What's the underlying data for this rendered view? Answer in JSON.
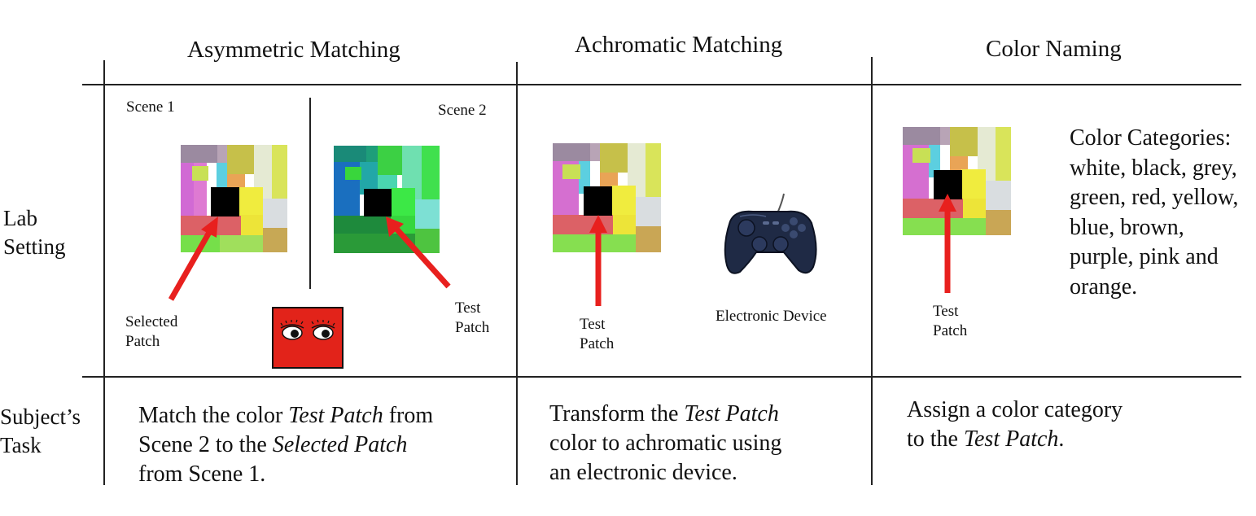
{
  "columns": {
    "asymmetric": "Asymmetric Matching",
    "achromatic": "Achromatic Matching",
    "naming": "Color Naming"
  },
  "rows": {
    "lab_line1": "Lab",
    "lab_line2": "Setting",
    "task_line1": "Subject’s",
    "task_line2": "Task"
  },
  "asymmetric": {
    "scene1": "Scene 1",
    "scene2": "Scene 2",
    "selected_line1": "Selected",
    "selected_line2": "Patch",
    "test_line1": "Test",
    "test_line2": "Patch",
    "task": {
      "line1_a": "Match the color ",
      "line1_em": "Test Patch",
      "line1_b": " from",
      "line2_a": "Scene 2 to the ",
      "line2_em": "Selected Patch",
      "line3": "from Scene 1."
    }
  },
  "achromatic": {
    "test_line1": "Test",
    "test_line2": "Patch",
    "device_label": "Electronic Device",
    "task": {
      "line1_a": "Transform the ",
      "line1_em": "Test Patch",
      "line2": "color to achromatic using",
      "line3": "an electronic device."
    }
  },
  "naming": {
    "test_line1": "Test",
    "test_line2": "Patch",
    "categories": [
      "Color Categories:",
      "white, black, grey,",
      "green, red, yellow,",
      "blue, brown,",
      "purple, pink and",
      "orange."
    ],
    "task": {
      "line1": "Assign a color category",
      "line2_a": "to the ",
      "line2_em": "Test Patch",
      "line2_b": "."
    }
  },
  "colors": {
    "arrow": "#e8201e",
    "observer_face": "#e2231a",
    "gamepad": "#1f2a45",
    "lines": "#222222"
  }
}
